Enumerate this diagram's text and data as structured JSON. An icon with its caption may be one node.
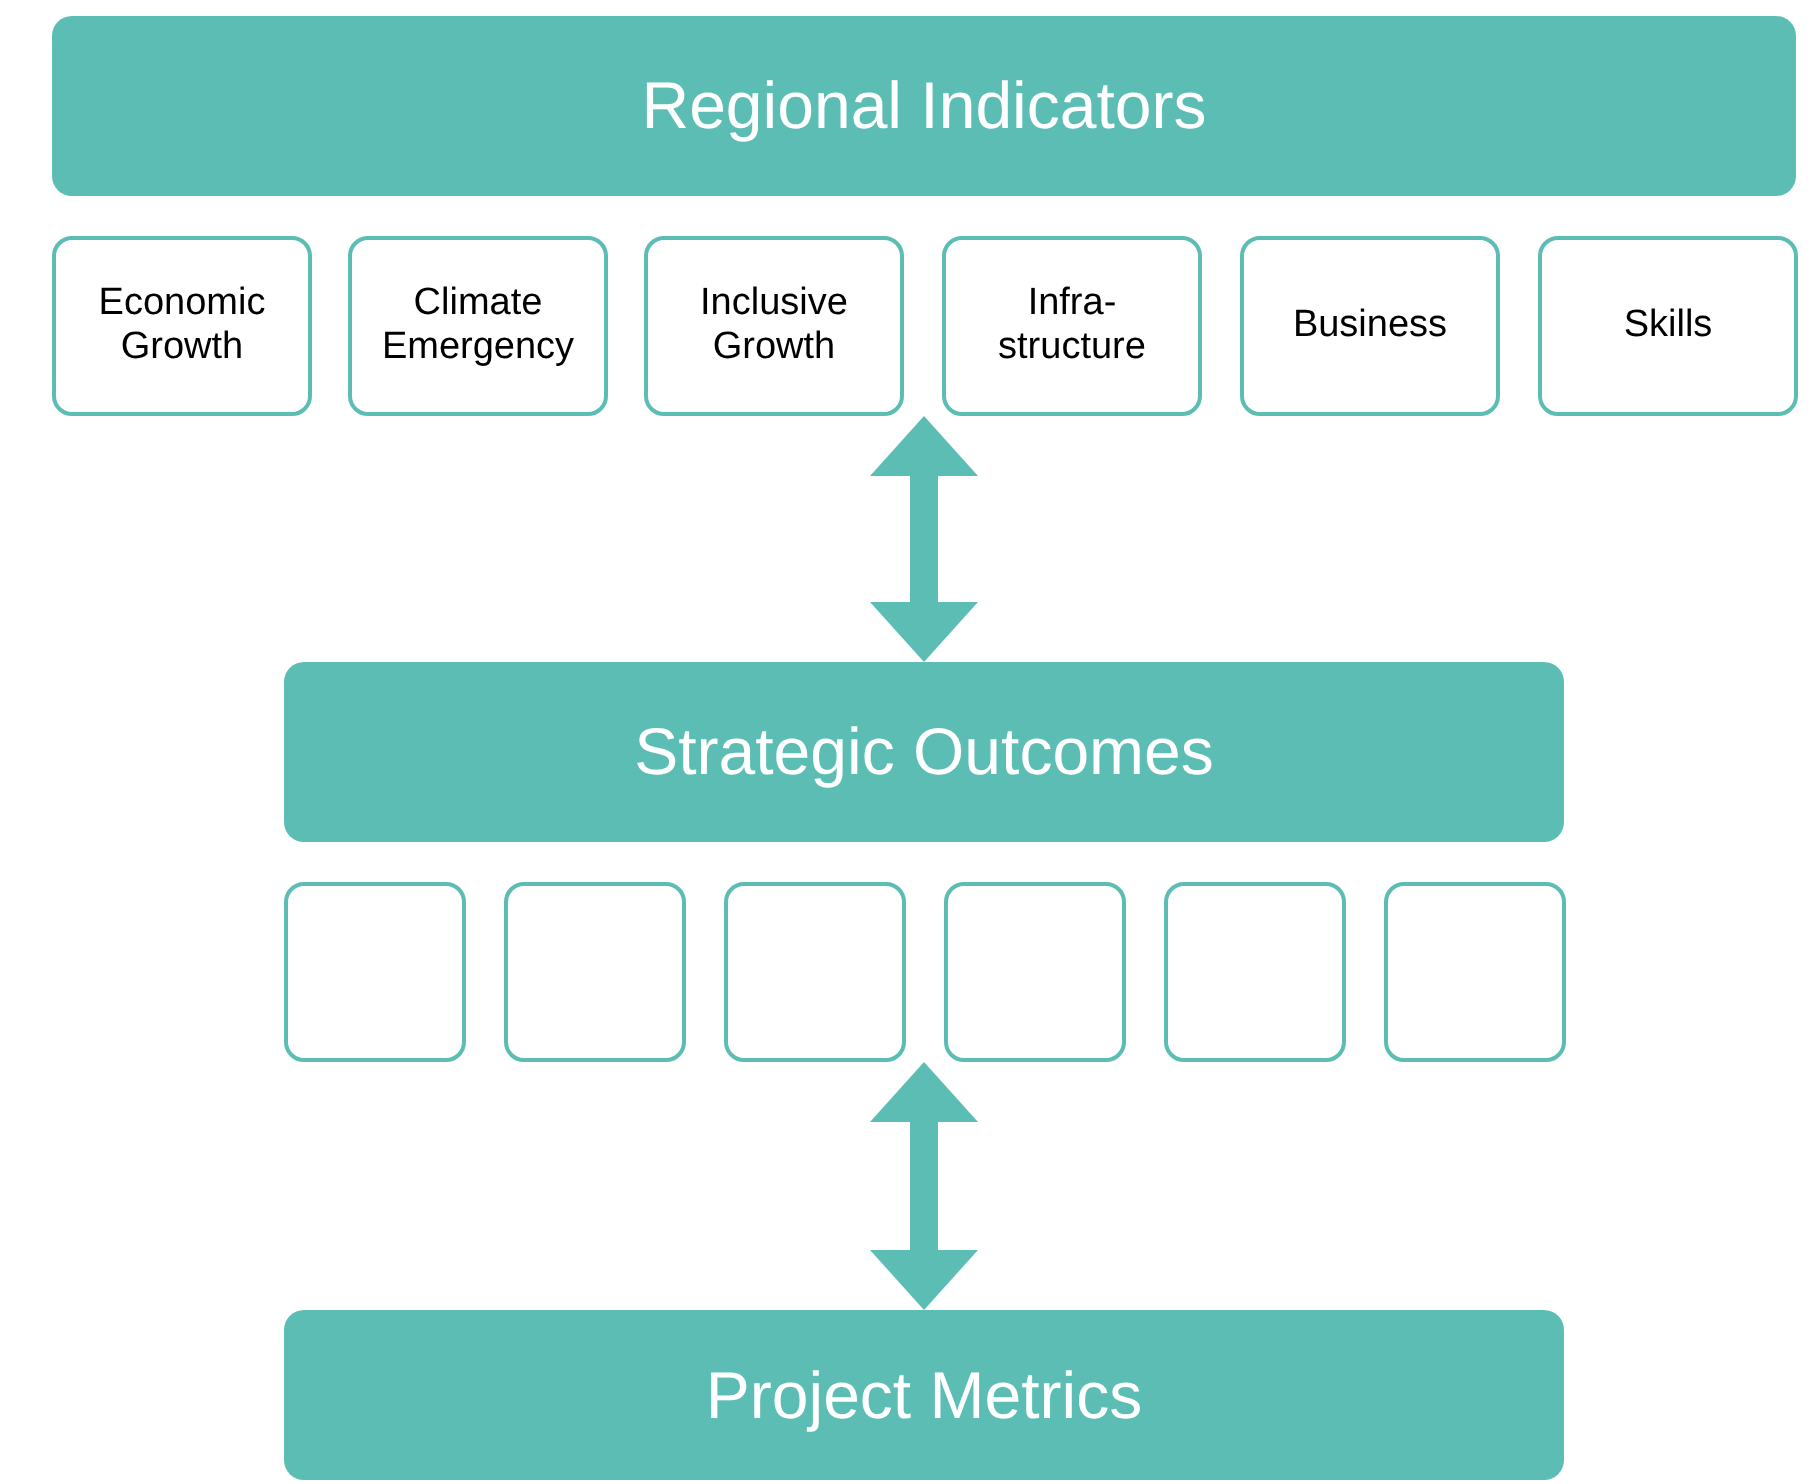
{
  "diagram": {
    "nodes": [
      {
        "text": [
          "Regional Indicators"
        ]
      },
      {
        "text": [
          "Economic Growth"
        ]
      },
      {
        "text": [
          "Climate Emergency"
        ]
      },
      {
        "text": [
          "Inclusive Growth"
        ]
      },
      {
        "text": [
          "Infra- structure"
        ]
      },
      {
        "text": [
          "Business"
        ]
      },
      {
        "text": [
          "Skills"
        ]
      },
      {
        "text": [
          "Strategic Outcomes"
        ]
      },
      {
        "text": [],
        "shape": "box"
      },
      {
        "text": [],
        "shape": "box"
      },
      {
        "text": [],
        "shape": "box"
      },
      {
        "text": [],
        "shape": "box"
      },
      {
        "text": [],
        "shape": "box"
      },
      {
        "text": [],
        "shape": "box"
      },
      {
        "text": [
          "Project Metrics"
        ]
      }
    ],
    "edges": [
      {
        "from": 4,
        "to": 7,
        "arrow": "both"
      },
      {
        "from": 10,
        "to": 14,
        "arrow": "both"
      }
    ]
  }
}
